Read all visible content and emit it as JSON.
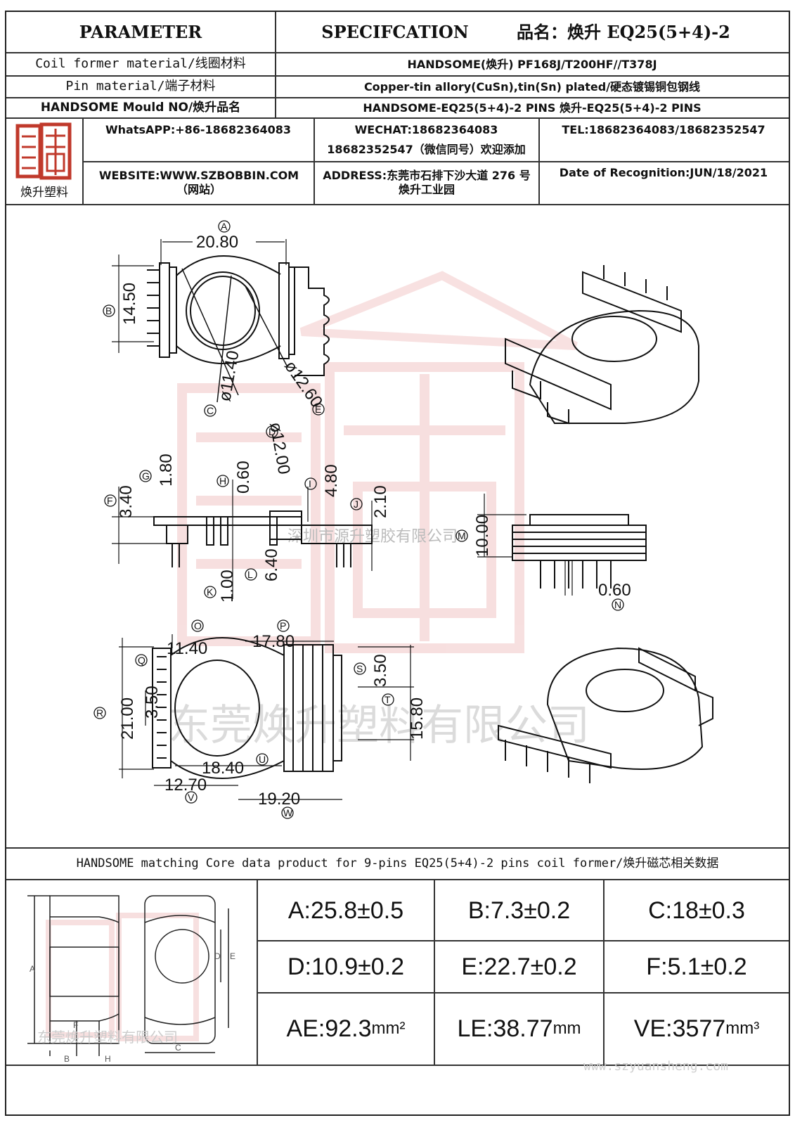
{
  "header": {
    "parameter": "PARAMETER",
    "specification": "SPECIFCATION",
    "product_name_label": "品名：焕升 EQ25(5+4)-2"
  },
  "rows": [
    {
      "label": "Coil former material/线圈材料",
      "value": "HANDSOME(焕升)   PF168J/T200HF//T378J"
    },
    {
      "label": "Pin material/端子材料",
      "value": "Copper-tin allory(CuSn),tin(Sn) plated/硬态镀锡铜包钢线"
    },
    {
      "label": "HANDSOME Mould NO/焕升品名",
      "value": "HANDSOME-EQ25(5+4)-2 PINS   焕升-EQ25(5+4)-2 PINS"
    }
  ],
  "company": {
    "logo_text": "焕升塑料",
    "whatsapp": "WhatsAPP:+86-18682364083",
    "wechat_line1": "WECHAT:18682364083",
    "wechat_line2": "18682352547（微信同号）欢迎添加",
    "tel": "TEL:18682364083/18682352547",
    "website": "WEBSITE:WWW.SZBOBBIN.COM（网站）",
    "address": "ADDRESS:东莞市石排下沙大道 276 号焕升工业园",
    "date": "Date of Recognition:JUN/18/2021"
  },
  "drawing": {
    "top_view": {
      "A": {
        "letter": "A",
        "value": "20.80"
      },
      "B": {
        "letter": "B",
        "value": "14.50"
      },
      "C": {
        "letter": "C",
        "value": "ø11.40"
      },
      "D": {
        "letter": "D",
        "value": "ø12.00"
      },
      "E": {
        "letter": "E",
        "value": "ø12.60"
      }
    },
    "side_view": {
      "F": {
        "letter": "F",
        "value": "3.40"
      },
      "G": {
        "letter": "G",
        "value": "1.80"
      },
      "H": {
        "letter": "H",
        "value": "0.60"
      },
      "I": {
        "letter": "I",
        "value": "4.80"
      },
      "J": {
        "letter": "J",
        "value": "2.10"
      },
      "K": {
        "letter": "K",
        "value": "1.00"
      },
      "L": {
        "letter": "L",
        "value": "6.40"
      },
      "M": {
        "letter": "M",
        "value": "10.00"
      },
      "N": {
        "letter": "N",
        "value": "0.60"
      }
    },
    "bottom_view": {
      "O": {
        "letter": "O",
        "value": "11.40"
      },
      "P": {
        "letter": "P",
        "value": "17.80"
      },
      "Q": {
        "letter": "Q",
        "value": "3.50"
      },
      "R": {
        "letter": "R",
        "value": "21.00"
      },
      "S": {
        "letter": "S",
        "value": "3.50"
      },
      "T": {
        "letter": "T",
        "value": "15.80"
      },
      "U": {
        "letter": "U",
        "value": "18.40"
      },
      "V": {
        "letter": "V",
        "value": "12.70"
      },
      "W": {
        "letter": "W",
        "value": "19.20"
      }
    },
    "watermark_text_1": "深圳市源升塑胶有限公司",
    "watermark_text_2": "东莞焕升塑料有限公司"
  },
  "core_section": {
    "title": "HANDSOME matching Core data  product for 9-pins EQ25(5+4)-2 pins coil former/焕升磁芯相关数据",
    "diagram_labels": {
      "A": "A",
      "B": "B",
      "C": "C",
      "D": "D",
      "E": "E",
      "F": "F",
      "H": "H"
    },
    "values": [
      {
        "key": "A",
        "text": "A:25.8±0.5"
      },
      {
        "key": "B",
        "text": "B:7.3±0.2"
      },
      {
        "key": "C",
        "text": "C:18±0.3"
      },
      {
        "key": "D",
        "text": "D:10.9±0.2"
      },
      {
        "key": "E",
        "text": "E:22.7±0.2"
      },
      {
        "key": "F",
        "text": "F:5.1±0.2"
      }
    ],
    "ae": {
      "label": "AE:92.3",
      "unit": "mm²"
    },
    "le": {
      "label": "LE:38.77",
      "unit": "mm"
    },
    "ve": {
      "label": "VE:3577",
      "unit": "mm³"
    },
    "watermark_bottom": "东莞焕升塑料有限公司",
    "website_watermark": "www.szyuansheng.com"
  },
  "colors": {
    "watermark": "#e9a6a6",
    "logo_red": "#c0392b",
    "line": "#222222"
  }
}
